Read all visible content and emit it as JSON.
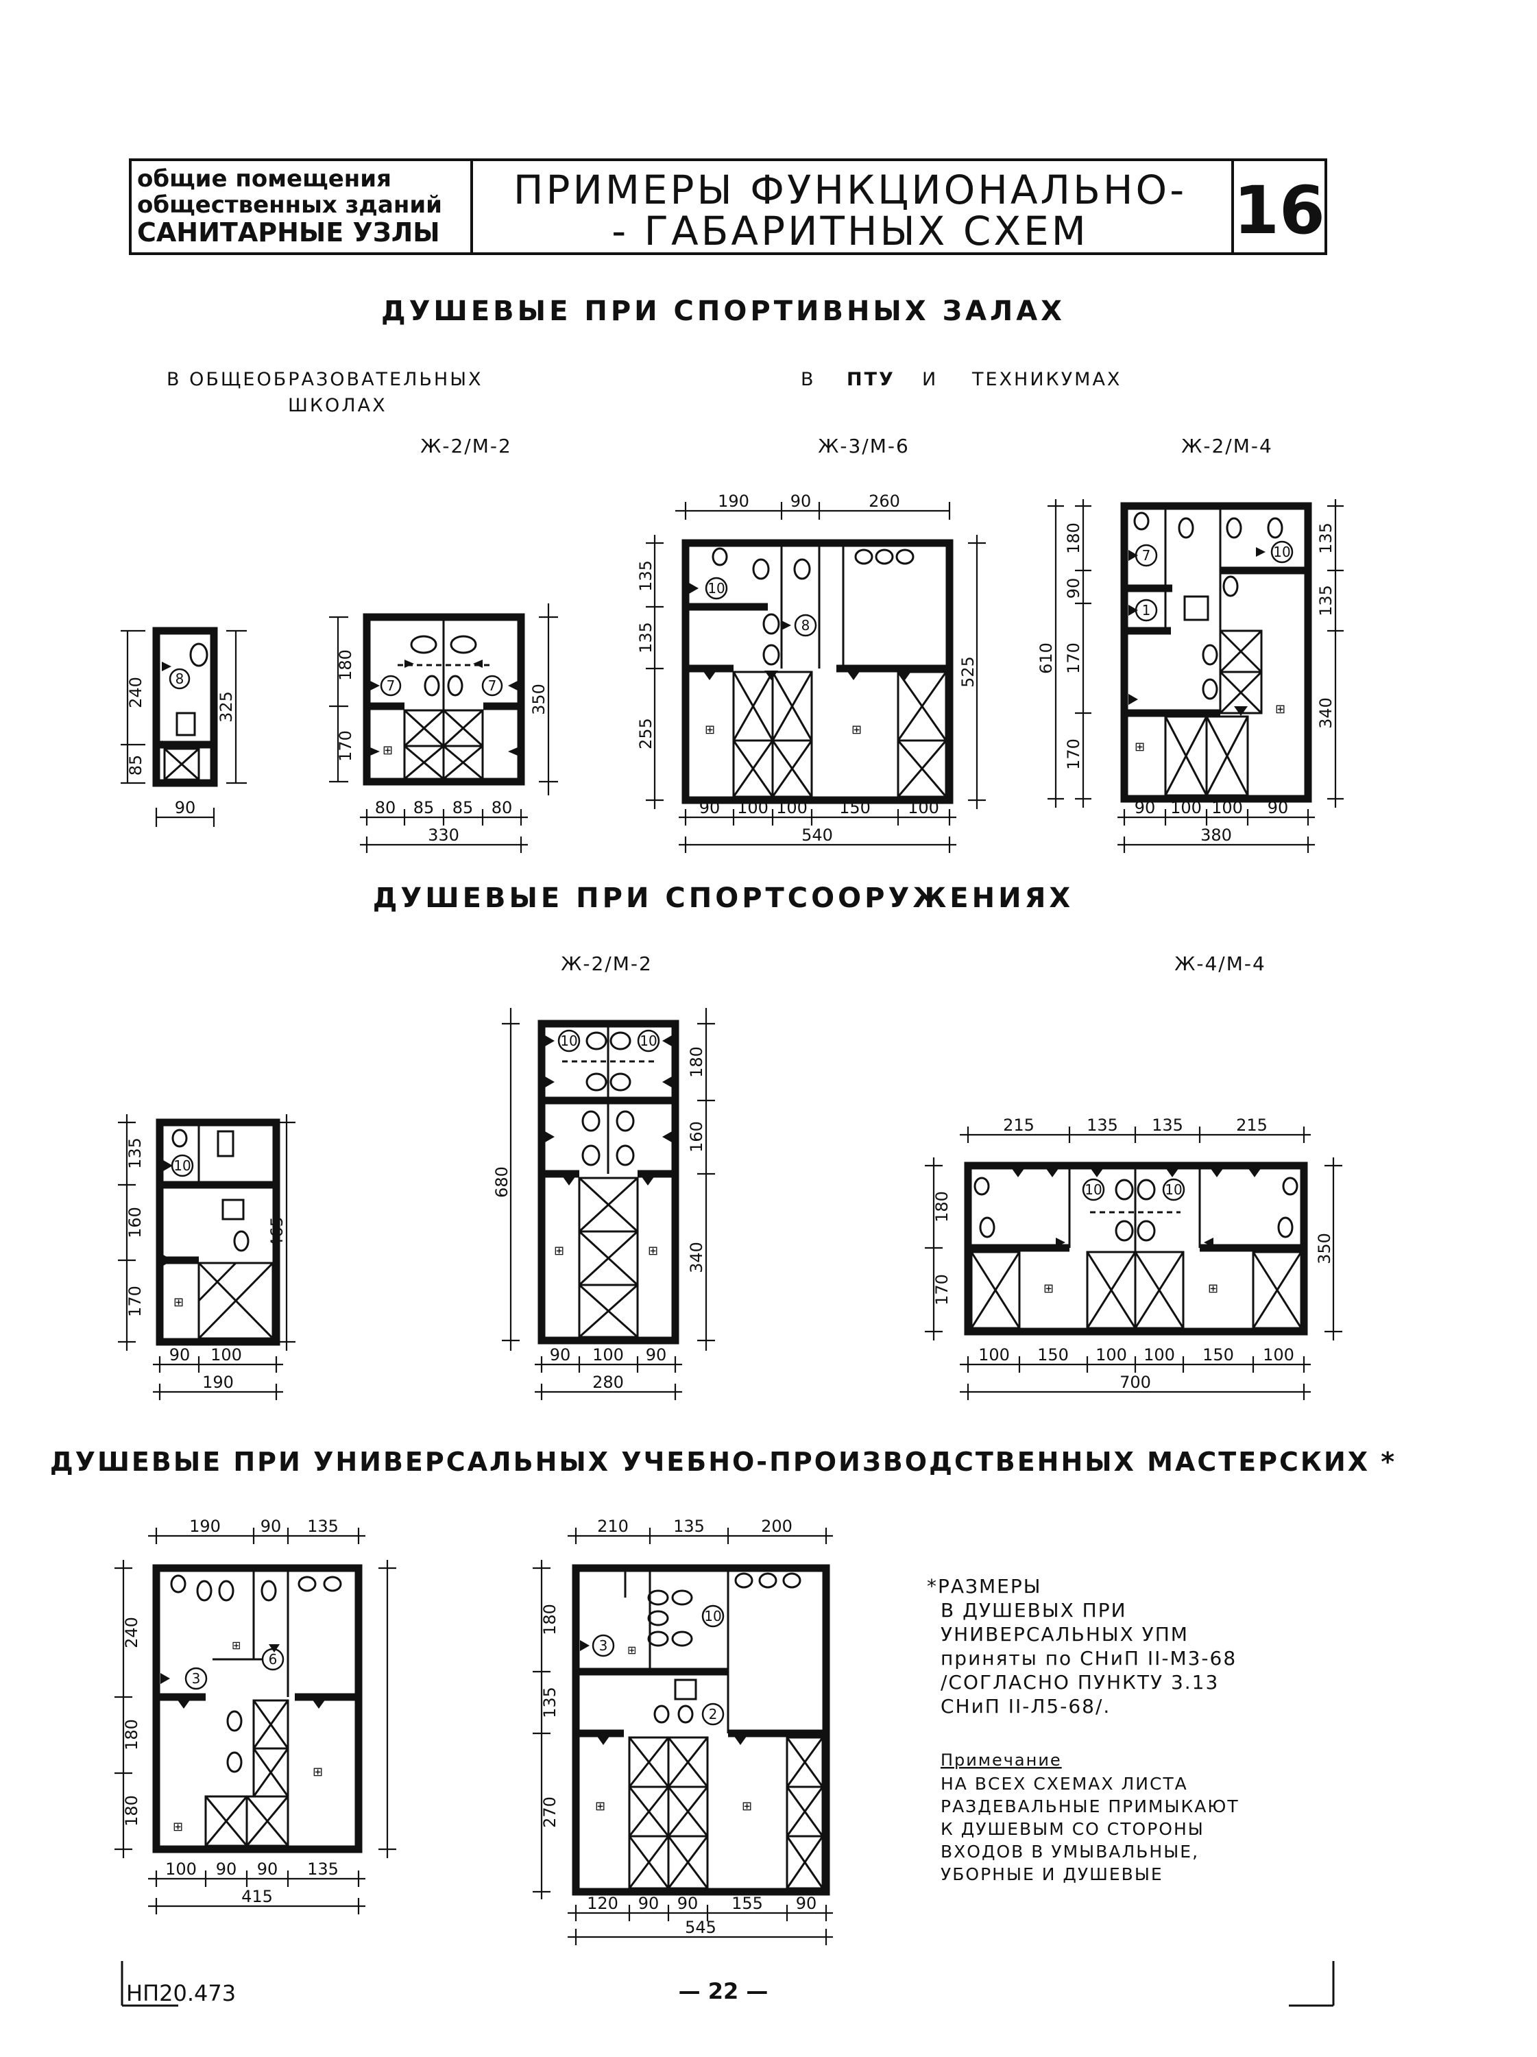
{
  "header": {
    "left_line1": "общие помещения",
    "left_line2": "общественных зданий",
    "left_line3": "САНИТАРНЫЕ УЗЛЫ",
    "title_line1": "ПРИМЕРЫ ФУНКЦИОНАЛЬНО-",
    "title_line2": "- ГАБАРИТНЫХ СХЕМ",
    "sheet_number": "16"
  },
  "sections": [
    {
      "title": "ДУШЕВЫЕ ПРИ СПОРТИВНЫХ ЗАЛАХ",
      "subheads": [
        "В ОБЩЕОБРАЗОВАТЕЛЬНЫХ",
        "ШКОЛАХ",
        "В",
        "ПТУ",
        "И",
        "ТЕХНИКУМАХ"
      ],
      "schemes": [
        {
          "label": "",
          "dims": [
            "240",
            "85",
            "325",
            "90"
          ],
          "markers": [
            "8"
          ]
        },
        {
          "label": "Ж-2/М-2",
          "dims": [
            "180",
            "170",
            "350",
            "80",
            "85",
            "85",
            "80",
            "330"
          ],
          "markers": [
            "7",
            "7"
          ]
        },
        {
          "label": "Ж-3/М-6",
          "dims": [
            "190",
            "90",
            "260",
            "135",
            "135",
            "255",
            "525",
            "90",
            "100",
            "100",
            "150",
            "100",
            "540"
          ],
          "markers": [
            "10",
            "8"
          ]
        },
        {
          "label": "Ж-2/М-4",
          "dims": [
            "180",
            "90",
            "170",
            "170",
            "610",
            "135",
            "135",
            "340",
            "90",
            "100",
            "100",
            "90",
            "380"
          ],
          "markers": [
            "7",
            "1",
            "10"
          ]
        }
      ]
    },
    {
      "title": "ДУШЕВЫЕ ПРИ СПОРТСООРУЖЕНИЯХ",
      "schemes": [
        {
          "label": "",
          "dims": [
            "135",
            "160",
            "170",
            "465",
            "90",
            "100",
            "190"
          ],
          "markers": [
            "10"
          ]
        },
        {
          "label": "Ж-2/М-2",
          "dims": [
            "680",
            "180",
            "160",
            "340",
            "90",
            "100",
            "90",
            "280"
          ],
          "markers": [
            "10",
            "10"
          ]
        },
        {
          "label": "Ж-4/М-4",
          "dims": [
            "215",
            "135",
            "135",
            "215",
            "180",
            "170",
            "350",
            "100",
            "150",
            "100",
            "100",
            "150",
            "100",
            "700"
          ],
          "markers": [
            "10",
            "10",
            "10"
          ]
        }
      ]
    },
    {
      "title": "ДУШЕВЫЕ ПРИ УНИВЕРСАЛЬНЫХ УЧЕБНО-ПРОИЗВОДСТВЕННЫХ МАСТЕРСКИХ *",
      "schemes": [
        {
          "label": "",
          "dims": [
            "190",
            "90",
            "135",
            "240",
            "180",
            "180",
            "100",
            "90",
            "90",
            "135",
            "415"
          ],
          "markers": [
            "3",
            "6"
          ]
        },
        {
          "label": "",
          "dims": [
            "210",
            "135",
            "200",
            "180",
            "135",
            "270",
            "120",
            "90",
            "90",
            "155",
            "90",
            "545"
          ],
          "markers": [
            "3",
            "10",
            "2"
          ]
        }
      ]
    }
  ],
  "footnote": {
    "lines": [
      "*РАЗМЕРЫ",
      "В ДУШЕВЫХ ПРИ",
      "УНИВЕРСАЛЬНЫХ УПМ",
      "приняты по СНиП II-М3-68",
      "/СОГЛАСНО ПУНКТУ 3.13",
      "СНиП II-Л5-68/."
    ]
  },
  "remark": {
    "title": "Примечание",
    "lines": [
      "НА ВСЕХ СХЕМАХ ЛИСТА",
      "РАЗДЕВАЛЬНЫЕ ПРИМЫКАЮТ",
      "К ДУШЕВЫМ СО СТОРОНЫ",
      "ВХОДОВ В УМЫВАЛЬНЫЕ,",
      "УБОРНЫЕ И ДУШЕВЫЕ"
    ]
  },
  "footer": {
    "doc_code": "НП20.473",
    "page_number": "— 22 —"
  }
}
